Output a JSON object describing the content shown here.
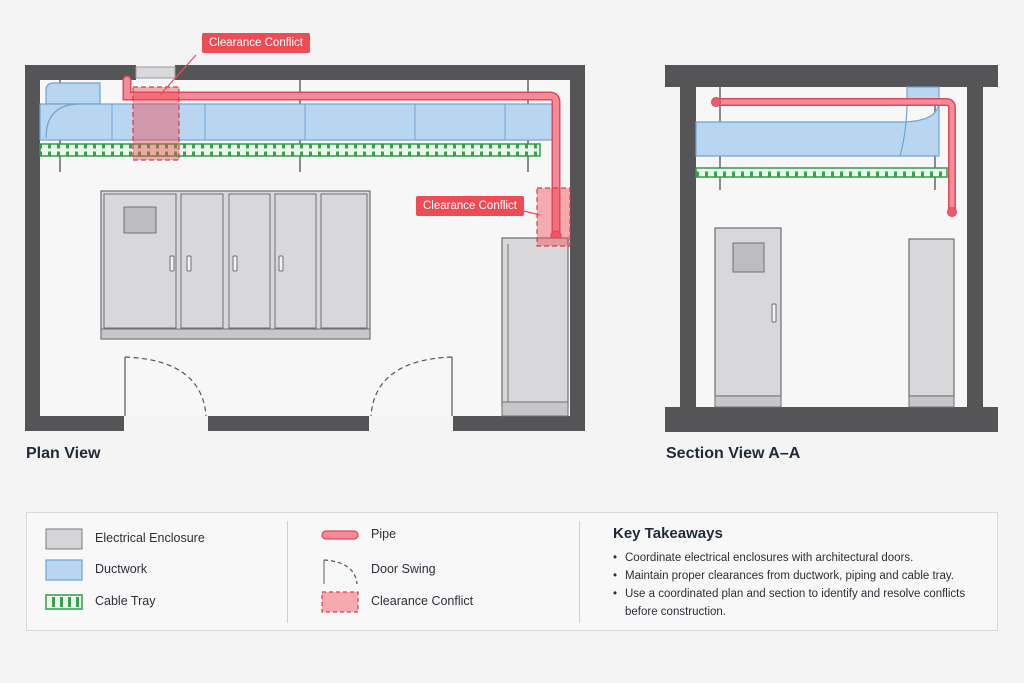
{
  "plan_view": {
    "title": "Plan View",
    "conflict_labels": [
      "Clearance Conflict",
      "Clearance Conflict"
    ]
  },
  "section_view": {
    "title": "Section View A–A"
  },
  "legend": {
    "items": [
      {
        "label": "Electrical Enclosure",
        "icon": "enclosure-swatch"
      },
      {
        "label": "Ductwork",
        "icon": "duct-swatch"
      },
      {
        "label": "Cable Tray",
        "icon": "cable-tray-swatch"
      },
      {
        "label": "Pipe",
        "icon": "pipe-swatch"
      },
      {
        "label": "Door Swing",
        "icon": "door-swing-swatch"
      },
      {
        "label": "Clearance Conflict",
        "icon": "conflict-swatch"
      }
    ]
  },
  "key_takeaways": {
    "title": "Key Takeaways",
    "items": [
      "Coordinate electrical enclosures with architectural doors.",
      "Maintain proper clearances from ductwork, piping and cable tray.",
      "Use a coordinated plan and section to identify and resolve conflicts before construction."
    ]
  },
  "colors": {
    "wall": "#555558",
    "enclosure": "#d5d5d7",
    "duct": "#b9d6f0",
    "duct_edge": "#6ea4d2",
    "cable_tray": "#2f9e44",
    "pipe": "#ef5b6b",
    "conflict": "#ef4b55"
  }
}
